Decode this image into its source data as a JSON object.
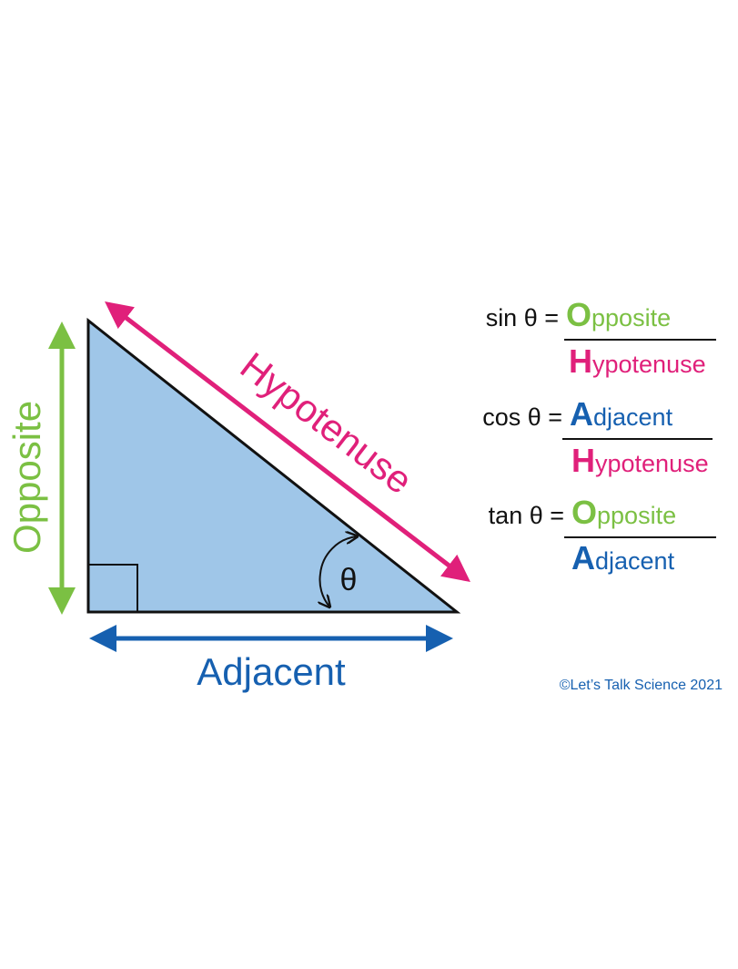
{
  "colors": {
    "triangle_fill": "#9fc6e8",
    "opposite": "#7bc043",
    "hypotenuse": "#e0207a",
    "adjacent": "#1660b0",
    "outline": "#111111"
  },
  "labels": {
    "opposite": "Opposite",
    "hypotenuse": "Hypotenuse",
    "adjacent": "Adjacent",
    "angle": "θ"
  },
  "formulas": [
    {
      "prefix": "sin θ =",
      "num_cap": "O",
      "num_rest": "pposite",
      "num_color": "#7bc043",
      "den_cap": "H",
      "den_rest": "ypotenuse",
      "den_color": "#e0207a"
    },
    {
      "prefix": "cos θ =",
      "num_cap": "A",
      "num_rest": "djacent",
      "num_color": "#1660b0",
      "den_cap": "H",
      "den_rest": "ypotenuse",
      "den_color": "#e0207a"
    },
    {
      "prefix": "tan θ =",
      "num_cap": "O",
      "num_rest": "pposite",
      "num_color": "#7bc043",
      "den_cap": "A",
      "den_rest": "djacent",
      "den_color": "#1660b0"
    }
  ],
  "copyright": "©Let’s Talk Science 2021"
}
